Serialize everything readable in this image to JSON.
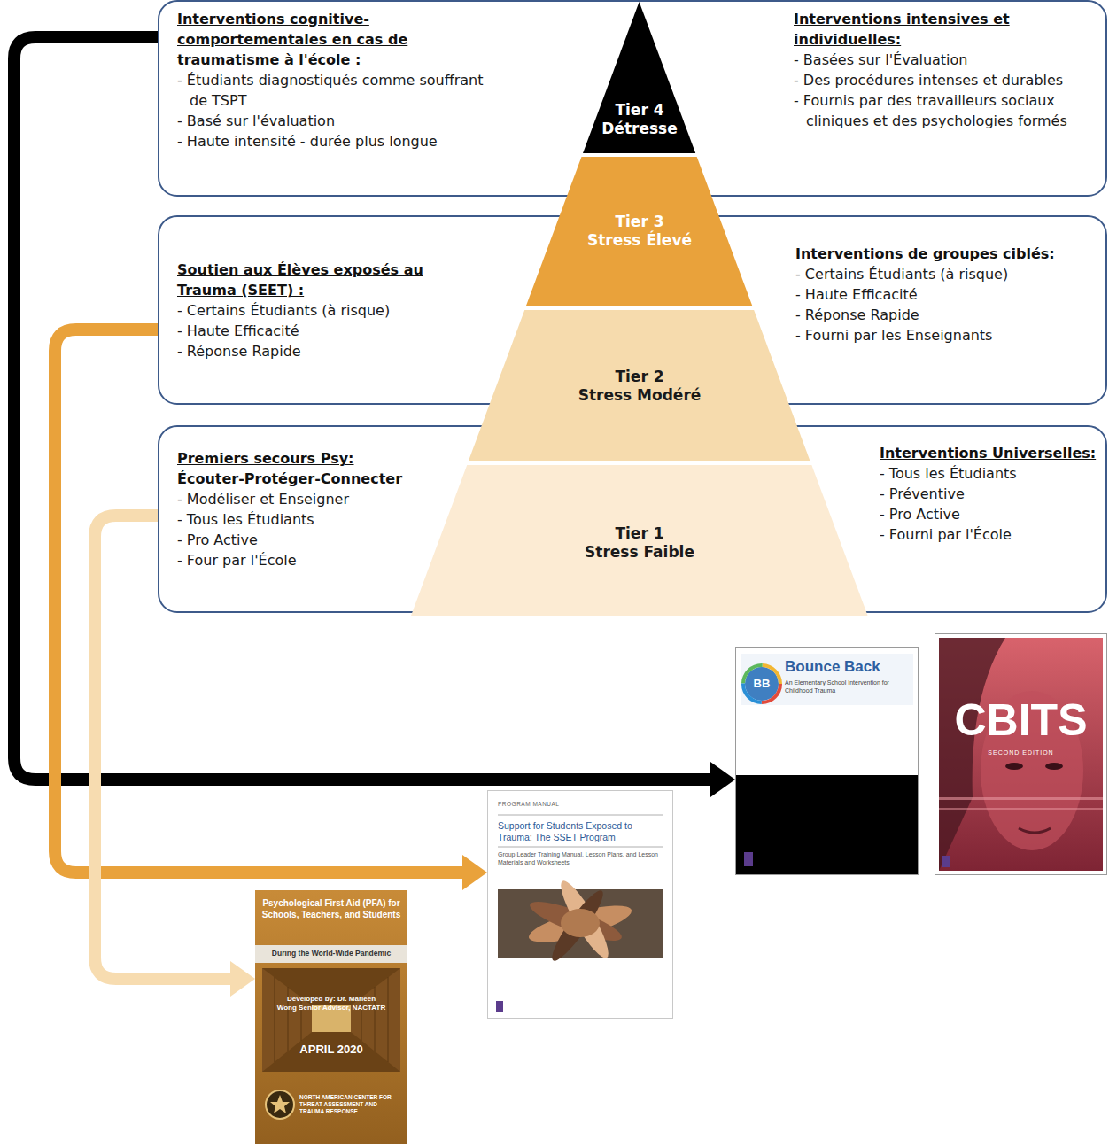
{
  "diagram": {
    "nodes": [
      {
        "text": [
          "Interventions cognitive-comportementales en cas de traumatisme à l'école :",
          "- Étudiants diagnostiqués comme souffrant de TSPT",
          "- Basé sur l'évaluation",
          "- Haute intensité - durée plus longue",
          "Interventions intensives et individuelles:",
          "- Basées sur l'Évaluation",
          "- Des procédures intenses et durables",
          "- Fournis par des travailleurs sociaux cliniques et des psychologies formés"
        ]
      },
      {
        "text": [
          "Tier 4",
          "Détresse"
        ]
      },
      {
        "text": [
          "Tier 3",
          "Stress Élevé"
        ]
      },
      {
        "text": [
          "Soutien aux Élèves exposés au Trauma (SEET) :",
          "- Certains Étudiants (à risque)",
          "- Haute Efficacité",
          "- Réponse Rapide",
          "Interventions de groupes ciblés:",
          "- Certains Étudiants (à risque)",
          "- Haute Efficacité",
          "- Réponse Rapide",
          "- Fourni par les Enseignants"
        ]
      },
      {
        "text": [
          "Tier 2",
          "Stress Modéré"
        ]
      },
      {
        "text": [
          "Premiers secours Psy: Écouter-Protéger-Connecter",
          "- Modéliser et Enseigner",
          "- Tous les Étudiants",
          "- Pro Active",
          "- Four par l'École",
          "Interventions Universelles:",
          "- Tous les Étudiants",
          "- Préventive",
          "- Pro Active",
          "- Fourni par l'École"
        ]
      },
      {
        "text": [
          "Tier 1",
          "Stress Faible"
        ]
      },
      {
        "text": [
          "BB",
          "Bounce Back",
          "An Elementary School Intervention for Childhood Trauma"
        ]
      },
      {
        "text": [
          "CBITS",
          "SECOND EDITION"
        ]
      },
      {
        "text": [
          "PROGRAM MANUAL",
          "Support for Students Exposed to Trauma: The SSET Program",
          "Group Leader Training Manual, Lesson Plans, and Lesson Materials and Worksheets"
        ]
      },
      {
        "text": [
          "Psychological First Aid (PFA) for Schools, Teachers, and Students",
          "During the World-Wide Pandemic",
          "Developed by: Dr. Marleen Wong Senior Advisor, NACTATR",
          "APRIL 2020",
          "NORTH AMERICAN CENTER FOR THREAT ASSESSMENT AND TRAUMA RESPONSE"
        ]
      }
    ],
    "edges": [
      {
        "from": 0,
        "to": 7,
        "arrow": "to"
      },
      {
        "from": 3,
        "to": 9,
        "arrow": "to"
      },
      {
        "from": 5,
        "to": 10,
        "arrow": "to"
      }
    ]
  }
}
